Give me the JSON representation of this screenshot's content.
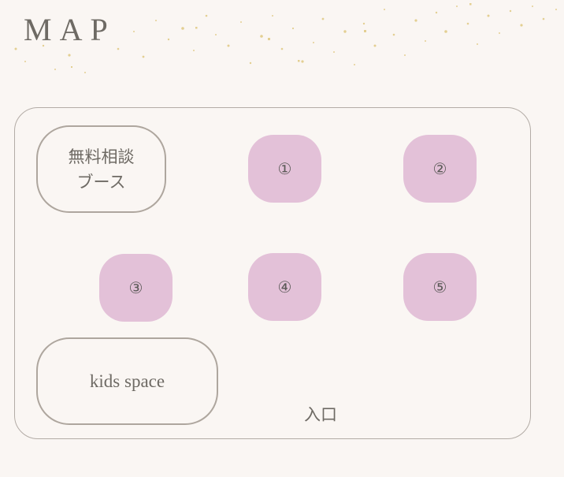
{
  "title": "MAP",
  "map": {
    "consult_booth_line1": "無料相談",
    "consult_booth_line2": "ブース",
    "kids_space": "kids space",
    "entrance": "入口",
    "booths": [
      "①",
      "②",
      "③",
      "④",
      "⑤"
    ]
  },
  "colors": {
    "background": "#faf6f3",
    "booth_fill": "#e3c1d8",
    "border": "#aea69e",
    "text": "#6e6a64",
    "gold": "#d9bd6a"
  }
}
